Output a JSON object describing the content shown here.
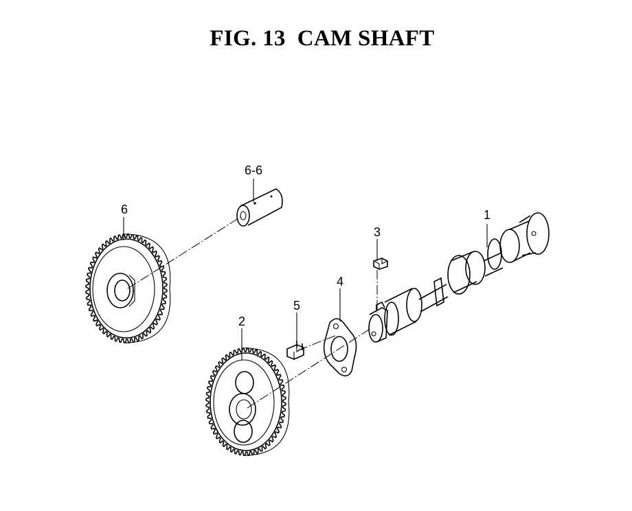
{
  "figure": {
    "title": "FIG. 13  CAM SHAFT"
  },
  "callouts": [
    {
      "id": "1",
      "label": "1"
    },
    {
      "id": "2",
      "label": "2"
    },
    {
      "id": "3",
      "label": "3"
    },
    {
      "id": "4",
      "label": "4"
    },
    {
      "id": "5",
      "label": "5"
    },
    {
      "id": "6",
      "label": "6"
    },
    {
      "id": "6-6",
      "label": "6-6"
    }
  ]
}
